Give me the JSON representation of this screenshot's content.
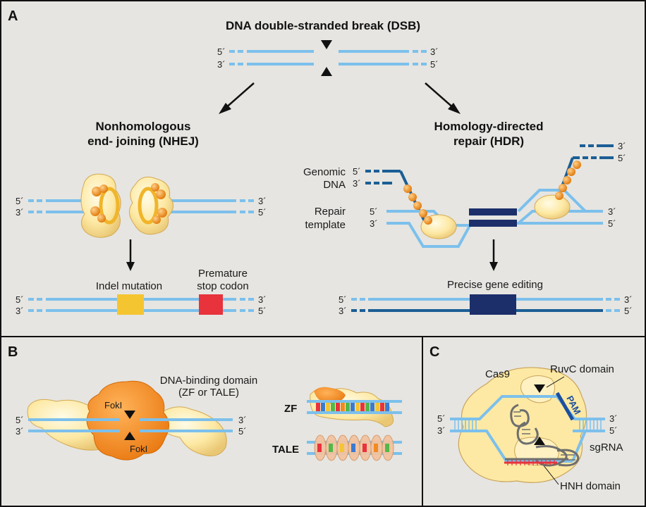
{
  "panels": {
    "a": "A",
    "b": "B",
    "c": "C"
  },
  "a": {
    "title": "DNA double-stranded break (DSB)",
    "nhej_line1": "Nonhomologous",
    "nhej_line2": "end- joining (NHEJ)",
    "hdr_line1": "Homology-directed",
    "hdr_line2": "repair (HDR)",
    "genomic_line1": "Genomic",
    "genomic_line2": "DNA",
    "repair_line1": "Repair",
    "repair_line2": "template",
    "indel": "Indel mutation",
    "premature_line1": "Premature",
    "premature_line2": "stop codon",
    "precise": "Precise gene editing"
  },
  "b": {
    "dbd_line1": "DNA-binding domain",
    "dbd_line2": "(ZF or TALE)",
    "foki": "FokI",
    "zf": "ZF",
    "tale": "TALE"
  },
  "c": {
    "cas9": "Cas9",
    "ruvc": "RuvC domain",
    "pam": "PAM",
    "sgrna": "sgRNA",
    "hnh": "HNH domain"
  },
  "ends": {
    "five": "5´",
    "three": "3´"
  },
  "colors": {
    "background": "#e6e5e1",
    "light_strand": "#7cc0ec",
    "dark_strand": "#1b5e95",
    "navy_block": "#1c2f6b",
    "protein": "#fde9a4",
    "foki_orange": "#f08a22",
    "indel_yellow": "#f5c531",
    "stop_red": "#e8323c",
    "sgrna_gray": "#6e6e6e"
  }
}
